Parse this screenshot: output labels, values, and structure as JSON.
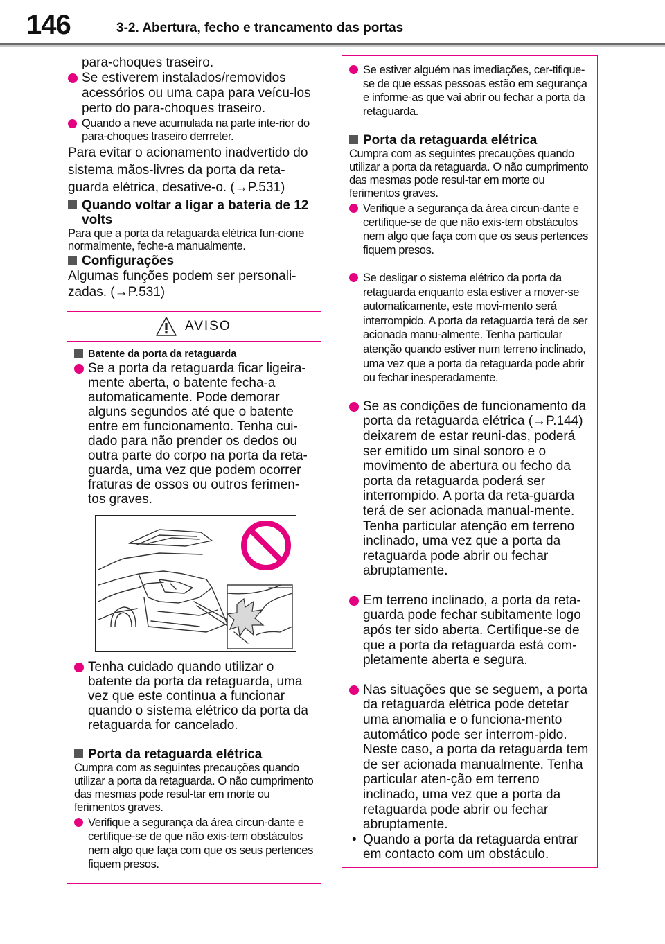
{
  "header": {
    "page_number": "146",
    "section_title": "3-2. Abertura, fecho e trancamento das portas"
  },
  "left_column": {
    "cont_line": "para-choques traseiro.",
    "bullet1": "Se estiverem instalados/removidos acessórios ou uma capa para veícu-los perto do para-choques traseiro.",
    "bullet2": "Quando a neve acumulada na parte inte-rior do para-choques traseiro derrreter.",
    "para1": "Para evitar o acionamento inadvertido do sistema mãos-livres da porta da reta-guarda elétrica, desative-o. (→P.531)",
    "heading1": "Quando voltar a ligar a bateria de 12 volts",
    "para2": "Para que a porta da retaguarda elétrica fun-cione normalmente, feche-a manualmente.",
    "heading2": "Configurações",
    "para3": "Algumas funções podem ser personali-zadas. (→P.531)"
  },
  "warning": {
    "title": "AVISO",
    "heading1": "Batente da porta da retaguarda",
    "bullet1": "Se a porta da retaguarda ficar ligeira-mente aberta, o batente fecha-a automaticamente. Pode demorar alguns segundos até que o batente entre em funcionamento. Tenha cui-dado para não prender os dedos ou outra parte do corpo na porta da reta-guarda, uma vez que podem ocorrer fraturas de ossos ou outros ferimen-tos graves.",
    "bullet2": "Tenha cuidado quando utilizar o batente da porta da retaguarda, uma vez que este continua a funcionar quando o sistema elétrico da porta da retaguarda for cancelado.",
    "heading2": "Porta da retaguarda elétrica",
    "para": "Cumpra com as seguintes precauções quando utilizar a porta da retaguarda. O não cumprimento das mesmas pode resul-tar em morte ou ferimentos graves.",
    "bullet3": "Verifique a segurança da área circun-dante e certifique-se de que não exis-tem obstáculos nem algo que faça com que os seus pertences fiquem presos."
  },
  "right_box": {
    "bullet1": "Se estiver alguém nas imediações, cer-tifique-se de que essas pessoas estão em segurança e informe-as que vai abrir ou fechar a porta da retaguarda.",
    "heading": "Porta da retaguarda elétrica",
    "para": "Cumpra com as seguintes precauções quando utilizar a porta da retaguarda. O não cumprimento das mesmas pode resul-tar em morte ou ferimentos graves.",
    "bullet2": "Verifique a segurança da área circun-dante e certifique-se de que não exis-tem obstáculos nem algo que faça com que os seus pertences fiquem presos.",
    "bullet3": "Se desligar o sistema elétrico da porta da retaguarda enquanto esta estiver a mover-se automaticamente, este movi-mento será interrompido. A porta da retaguarda terá de ser acionada manu-almente. Tenha particular atenção quando estiver num terreno inclinado, uma vez que a porta da retaguarda pode abrir ou fechar inesperadamente.",
    "bullet4": "Se as condições de funcionamento da porta da retaguarda elétrica (→P.144) deixarem de estar reuni-das, poderá ser emitido um sinal sonoro e o movimento de abertura ou fecho da porta da retaguarda poderá ser interrompido. A porta da reta-guarda terá de ser acionada manual-mente. Tenha particular atenção em terreno inclinado, uma vez que a porta da retaguarda pode abrir ou fechar abruptamente.",
    "bullet5": "Em terreno inclinado, a porta da reta-guarda pode fechar subitamente logo após ter sido aberta. Certifique-se de que a porta da retaguarda está com-pletamente aberta e segura.",
    "bullet6": "Nas situações que se seguem, a porta da retaguarda elétrica pode detetar uma anomalia e o funciona-mento automático pode ser interrom-pido. Neste caso, a porta da retaguarda tem de ser acionada manualmente. Tenha particular aten-ção em terreno inclinado, uma vez que a porta da retaguarda pode abrir ou fechar abruptamente.",
    "sub_bullet": "Quando a porta da retaguarda entrar em contacto com um obstáculo."
  },
  "colors": {
    "accent": "#e4007f",
    "square_bullet": "#555555",
    "header_rule": "#6a6a6a"
  },
  "icons": {
    "warning": "warning-triangle-icon",
    "prohibition": "prohibition-icon"
  }
}
